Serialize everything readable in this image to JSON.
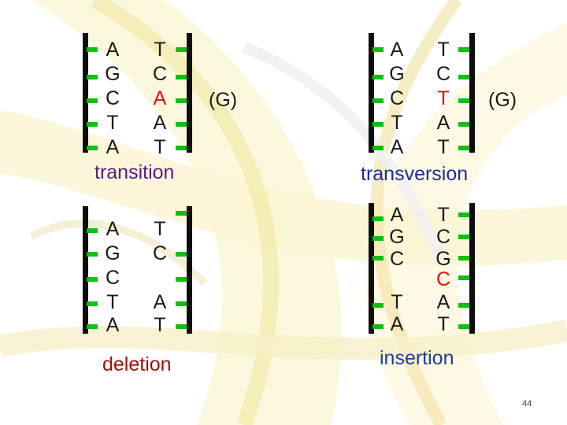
{
  "panels": {
    "transition": {
      "left": [
        "A",
        "G",
        "C",
        "T",
        "A"
      ],
      "right": [
        "T",
        "C",
        "A",
        "A",
        "T"
      ],
      "mutated_row": 2,
      "side_label": "(G)",
      "caption": "transition"
    },
    "transversion": {
      "left": [
        "A",
        "G",
        "C",
        "T",
        "A"
      ],
      "right": [
        "T",
        "C",
        "T",
        "A",
        "T"
      ],
      "mutated_row": 2,
      "side_label": "(G)",
      "caption": "transversion"
    },
    "deletion": {
      "left": [
        "A",
        "G",
        "C",
        "T",
        "A"
      ],
      "right": [
        "T",
        "C",
        "",
        "A",
        "T"
      ],
      "caption": "deletion"
    },
    "insertion": {
      "left": [
        "A",
        "G",
        "C",
        "",
        "T",
        "A"
      ],
      "right": [
        "T",
        "C",
        "G",
        "C",
        "A",
        "T"
      ],
      "mutated_row": 3,
      "caption": "insertion"
    }
  },
  "page_number": "44",
  "colors": {
    "strand": "#0d0d0d",
    "hydrogen_bond": "#10c010",
    "mutation": "#e01010",
    "transition_caption": "#5a1a8a",
    "transversion_caption": "#1a2f9a",
    "deletion_caption": "#a01010",
    "insertion_caption": "#1a3fa0"
  }
}
